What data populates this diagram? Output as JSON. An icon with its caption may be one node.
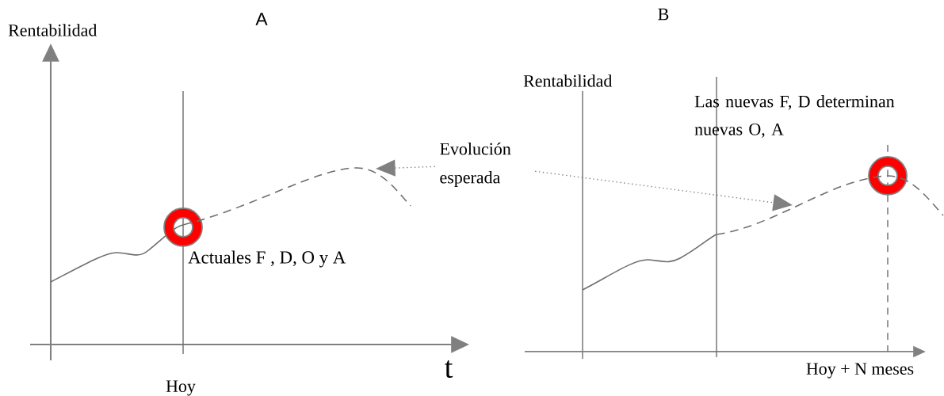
{
  "diagram": {
    "nodes": [
      {
        "text": [
          "Evolución esperada"
        ]
      },
      {
        "text": [],
        "shape": "curve"
      },
      {
        "text": [],
        "shape": "curve"
      }
    ],
    "edges": [
      {
        "from": 0,
        "to": 1,
        "arrow": "to"
      },
      {
        "from": 0,
        "to": 2,
        "arrow": "to"
      }
    ],
    "labels": [
      "A",
      "Rentabilidad",
      "Actuales F , D, O y A",
      "t",
      "Hoy",
      "B",
      "Rentabilidad",
      "Las nuevas F, D determinan nuevas O, A",
      "Hoy + N meses"
    ]
  }
}
